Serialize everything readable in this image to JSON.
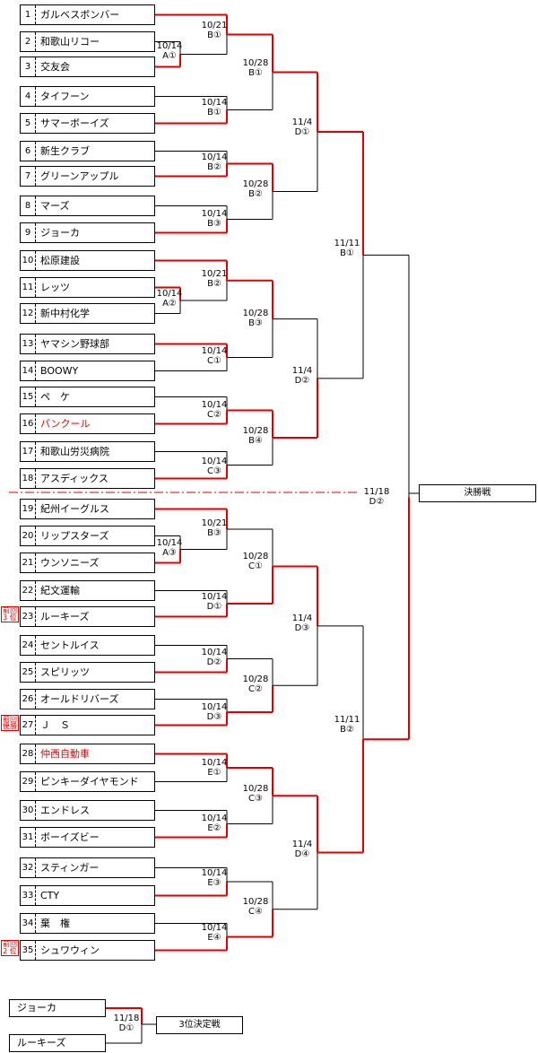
{
  "teams": [
    {
      "seed": "1",
      "name": "ガルベスボンバー"
    },
    {
      "seed": "2",
      "name": "和歌山リコー"
    },
    {
      "seed": "3",
      "name": "交友会"
    },
    {
      "seed": "4",
      "name": "タイフーン"
    },
    {
      "seed": "5",
      "name": "サマーボーイズ"
    },
    {
      "seed": "6",
      "name": "新生クラブ"
    },
    {
      "seed": "7",
      "name": "グリーンアップル"
    },
    {
      "seed": "8",
      "name": "マーズ"
    },
    {
      "seed": "9",
      "name": "ジョーカ"
    },
    {
      "seed": "10",
      "name": "松原建設"
    },
    {
      "seed": "11",
      "name": "レッツ"
    },
    {
      "seed": "12",
      "name": "新中村化学"
    },
    {
      "seed": "13",
      "name": "ヤマシン野球部"
    },
    {
      "seed": "14",
      "name": "BOOWY"
    },
    {
      "seed": "15",
      "name": "ペ　ケ"
    },
    {
      "seed": "16",
      "name": "パンクール",
      "red": true
    },
    {
      "seed": "17",
      "name": "和歌山労災病院"
    },
    {
      "seed": "18",
      "name": "アスディックス"
    },
    {
      "seed": "19",
      "name": "紀州イーグルス"
    },
    {
      "seed": "20",
      "name": "リップスターズ"
    },
    {
      "seed": "21",
      "name": "ウンソニーズ"
    },
    {
      "seed": "22",
      "name": "紀文運輸"
    },
    {
      "seed": "23",
      "name": "ルーキーズ"
    },
    {
      "seed": "24",
      "name": "セントルイス"
    },
    {
      "seed": "25",
      "name": "スピリッツ"
    },
    {
      "seed": "26",
      "name": "オールドリバーズ"
    },
    {
      "seed": "27",
      "name": "Ｊ　Ｓ"
    },
    {
      "seed": "28",
      "name": "仲西自動車",
      "red": true
    },
    {
      "seed": "29",
      "name": "ピンキーダイヤモンド"
    },
    {
      "seed": "30",
      "name": "エンドレス"
    },
    {
      "seed": "31",
      "name": "ボーイズビー"
    },
    {
      "seed": "32",
      "name": "スティンガー"
    },
    {
      "seed": "33",
      "name": "CTY"
    },
    {
      "seed": "34",
      "name": "棄　権"
    },
    {
      "seed": "35",
      "name": "シュワウィン"
    }
  ],
  "matches": [
    {
      "date": "10/14",
      "game": "A①"
    },
    {
      "date": "10/21",
      "game": "B①"
    },
    {
      "date": "10/14",
      "game": "B①"
    },
    {
      "date": "10/14",
      "game": "B②"
    },
    {
      "date": "10/14",
      "game": "B③"
    },
    {
      "date": "10/28",
      "game": "B①"
    },
    {
      "date": "10/28",
      "game": "B②"
    },
    {
      "date": "11/4",
      "game": "D①"
    },
    {
      "date": "10/14",
      "game": "A②"
    },
    {
      "date": "10/21",
      "game": "B②"
    },
    {
      "date": "10/14",
      "game": "C①"
    },
    {
      "date": "10/14",
      "game": "C②"
    },
    {
      "date": "10/14",
      "game": "C③"
    },
    {
      "date": "10/28",
      "game": "B③"
    },
    {
      "date": "10/28",
      "game": "B④"
    },
    {
      "date": "11/4",
      "game": "D②"
    },
    {
      "date": "11/11",
      "game": "B①"
    },
    {
      "date": "10/14",
      "game": "A③"
    },
    {
      "date": "10/21",
      "game": "B③"
    },
    {
      "date": "10/14",
      "game": "D①"
    },
    {
      "date": "10/14",
      "game": "D②"
    },
    {
      "date": "10/14",
      "game": "D③"
    },
    {
      "date": "10/28",
      "game": "C①"
    },
    {
      "date": "10/28",
      "game": "C②"
    },
    {
      "date": "11/4",
      "game": "D③"
    },
    {
      "date": "10/14",
      "game": "E①"
    },
    {
      "date": "10/14",
      "game": "E②"
    },
    {
      "date": "10/14",
      "game": "E③"
    },
    {
      "date": "10/14",
      "game": "E④"
    },
    {
      "date": "10/28",
      "game": "C③"
    },
    {
      "date": "10/28",
      "game": "C④"
    },
    {
      "date": "11/4",
      "game": "D④"
    },
    {
      "date": "11/11",
      "game": "B②"
    },
    {
      "date": "11/18",
      "game": "D②"
    }
  ],
  "final_label": "決勝戦",
  "badges": [
    {
      "line1": "前回",
      "line2": "3 位"
    },
    {
      "line1": "前回",
      "line2": "優勝"
    },
    {
      "line1": "前回",
      "line2": "2 位"
    }
  ],
  "third_place": {
    "team1": "ジョーカ",
    "team2": "ルーキーズ",
    "date": "11/18",
    "game": "D①",
    "label": "3位決定戦"
  },
  "colors": {
    "winner_line": "#e00000",
    "line": "#000000",
    "divider": "#e00000",
    "highlight_team": "#e00000"
  }
}
